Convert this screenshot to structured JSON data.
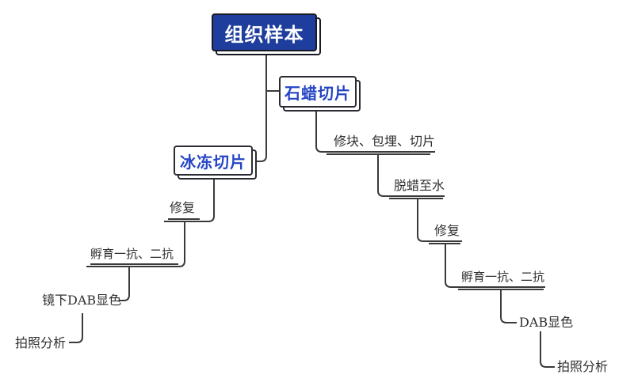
{
  "diagram": {
    "root": {
      "label": "组织样本"
    },
    "paraffin_branch": {
      "box_label": "石蜡切片",
      "steps": [
        "修块、包埋、切片",
        "脱蜡至水",
        "修复",
        "孵育一抗、二抗",
        "DAB显色",
        "拍照分析"
      ]
    },
    "frozen_branch": {
      "box_label": "冰冻切片",
      "steps": [
        "修复",
        "孵育一抗、二抗",
        "镜下DAB显色",
        "拍照分析"
      ]
    },
    "colors": {
      "root_fill": "#1e3d9c",
      "root_text": "#ffffff",
      "child_box_text": "#2545c5",
      "box_border": "#2b2b33",
      "connector_line": "#3a3a3a",
      "step_text": "#2f2f2f",
      "background": "#ffffff"
    }
  }
}
